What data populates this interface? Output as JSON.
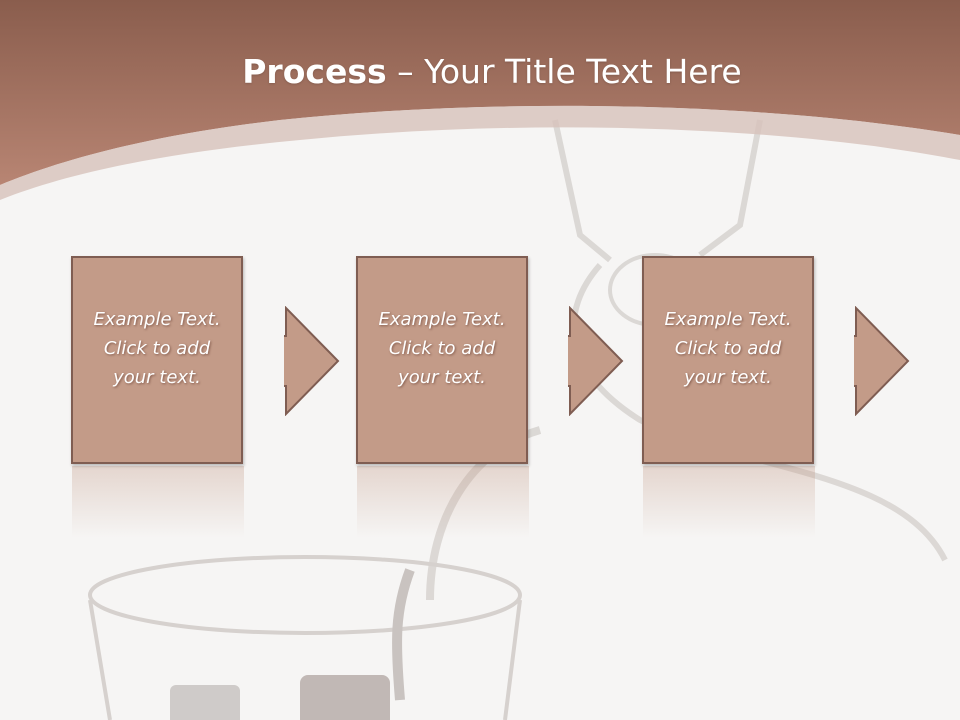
{
  "slide": {
    "title_bold": "Process",
    "title_rest": " – Your Title Text Here"
  },
  "steps": [
    {
      "text": "Example Text.\nClick  to add\nyour text."
    },
    {
      "text": "Example Text.\nClick  to add\nyour text."
    },
    {
      "text": "Example Text.\nClick  to add\nyour text."
    }
  ],
  "colors": {
    "header_brown": "#a47060",
    "box_fill": "#c39b88",
    "box_border": "#7f5d52",
    "background": "#f6f5f4"
  }
}
